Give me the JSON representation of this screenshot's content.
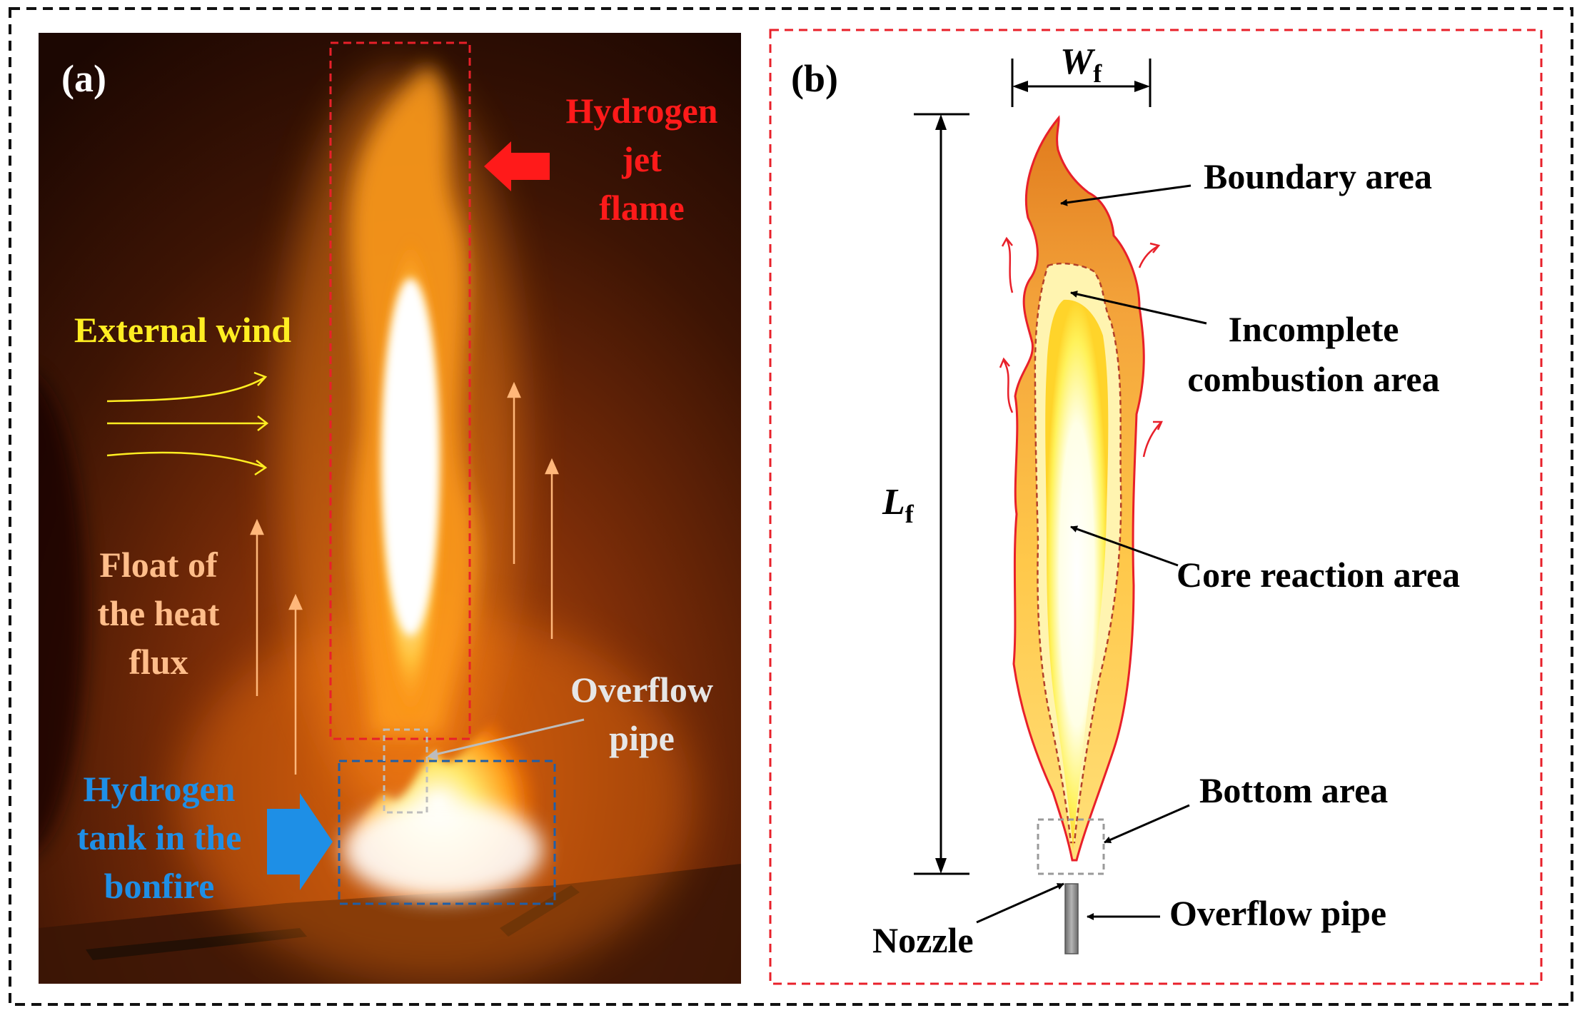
{
  "panel_a": {
    "label": "(a)",
    "jet_flame_label": [
      "Hydrogen",
      "jet",
      "flame"
    ],
    "wind_label": "External wind",
    "heat_flux_label": [
      "Float of",
      "the heat",
      "flux"
    ],
    "overflow_label": [
      "Overflow",
      "pipe"
    ],
    "tank_label": [
      "Hydrogen",
      "tank in the",
      "bonfire"
    ]
  },
  "panel_b": {
    "label": "(b)",
    "width_symbol": "W",
    "width_subscript": "f",
    "length_symbol": "L",
    "length_subscript": "f",
    "boundary_label": "Boundary area",
    "incomplete_label": [
      "Incomplete",
      "combustion area"
    ],
    "core_label": "Core reaction area",
    "bottom_label": "Bottom area",
    "overflow_label": "Overflow pipe",
    "nozzle_label": "Nozzle"
  },
  "colors": {
    "jet_label": "#ff1a1a",
    "wind_label": "#ffee22",
    "heat_label": "#ffbd8a",
    "overflow_label_a": "#e6e6e6",
    "tank_label": "#1e8fe6",
    "frame_red": "#e8202a",
    "frame_blue": "#1f5fa8",
    "outer_frame": "#111111"
  }
}
